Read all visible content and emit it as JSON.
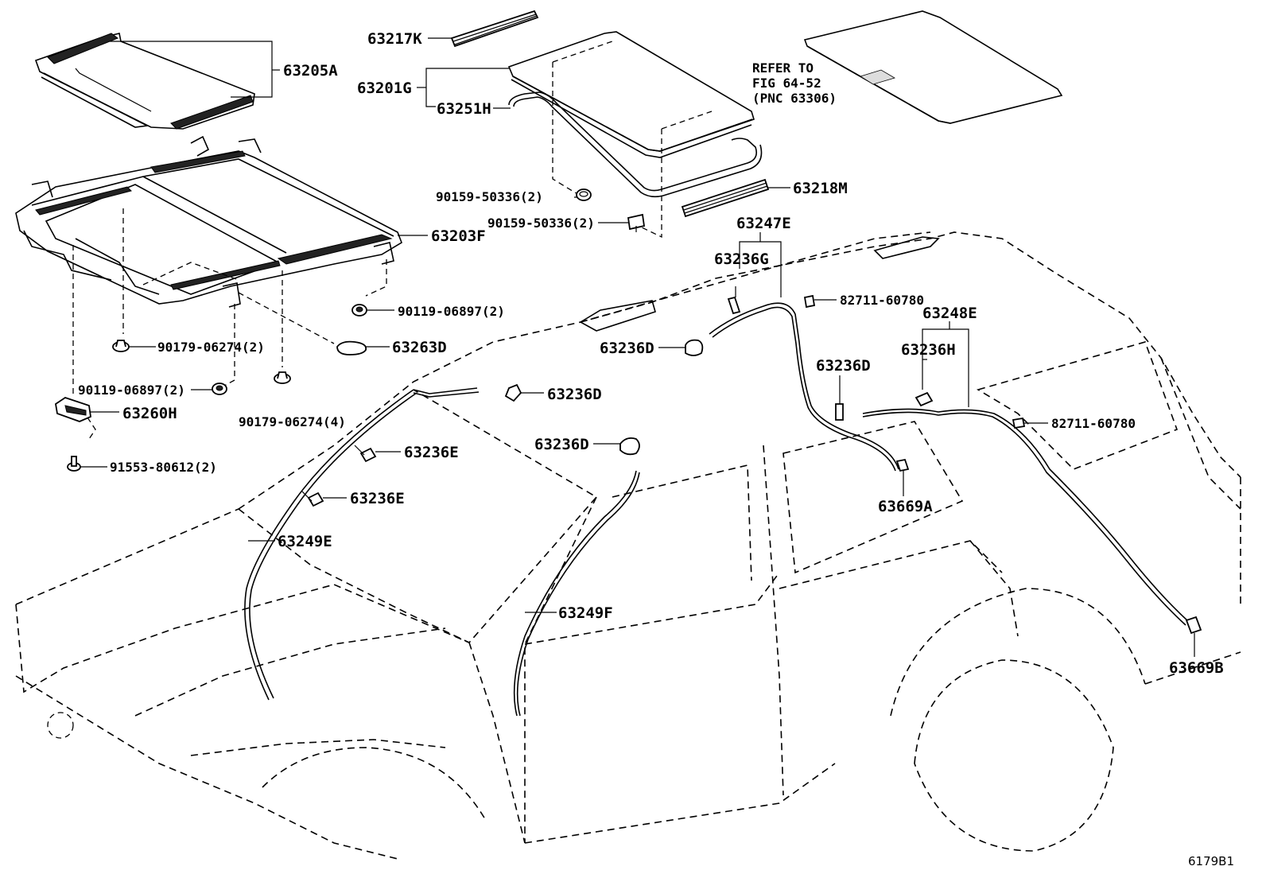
{
  "labels": {
    "p63205A": "63205A",
    "p63217K": "63217K",
    "p63201G": "63201G",
    "p63251H": "63251H",
    "p90159_a": "90159-50336(2)",
    "p90159_b": "90159-50336(2)",
    "p63218M": "63218M",
    "p63203F": "63203F",
    "p63247E": "63247E",
    "p63236G": "63236G",
    "p82711_a": "82711-60780",
    "p90119_a": "90119-06897(2)",
    "p63248E": "63248E",
    "p63236D_a": "63236D",
    "p63236H": "63236H",
    "p90179_a": "90179-06274(2)",
    "p63263D": "63263D",
    "p63236D_b": "63236D",
    "p90119_b": "90119-06897(2)",
    "p63236D_c": "63236D",
    "p82711_b": "82711-60780",
    "p63260H": "63260H",
    "p90179_b": "90179-06274(4)",
    "p63236E_a": "63236E",
    "p63236D_d": "63236D",
    "p91553": "91553-80612(2)",
    "p63669A": "63669A",
    "p63236E_b": "63236E",
    "p63249E": "63249E",
    "p63249F": "63249F",
    "p63669B": "63669B"
  },
  "reference_note": {
    "line1": "REFER TO",
    "line2": "FIG 64-52",
    "line3": "(PNC 63306)"
  },
  "figure_id": "6179B1"
}
